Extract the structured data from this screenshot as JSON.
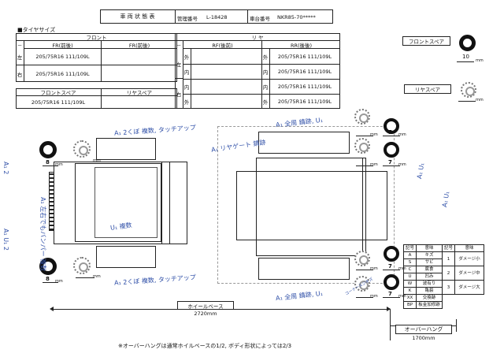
{
  "header": {
    "title": "車 両 状 態 表",
    "mgmt_label": "管理番号",
    "mgmt_value": "L-18428",
    "chassis_label": "車台番号",
    "chassis_value": "NKR85-70*****"
  },
  "tire_section": {
    "title": "■タイヤサイズ",
    "front_label": "フロント",
    "rear_label": "リ ヤ",
    "fr_front": "FR(前後)",
    "fr_rear": "FR(前後)",
    "rf_rear": "RF(後前)",
    "rr_rear": "RR(後後)",
    "dash": "－",
    "left": "左",
    "right": "右",
    "outer": "外",
    "inner": "内",
    "size": "205/75R16 111/109L",
    "spare_front_label": "フロントスペア",
    "spare_rear_label": "リヤスペア"
  },
  "right_panel": {
    "front_spare": "フロントスペア",
    "front_spare_depth": "10",
    "rear_spare": "リヤスペア",
    "unit": "mm"
  },
  "tread": {
    "front_left": "8",
    "front_right": "8",
    "rear_left_outer": "7",
    "rear_left_inner": "7",
    "rear_right_inner": "7",
    "rear_right_outer": "7",
    "unit": "mm"
  },
  "handwriting": {
    "n1": "A₁ 2くぼ 複数, タッチアップ",
    "n2": "A₁ 左右でもバンパー 複数",
    "n3": "U₁ 複数",
    "n4": "A₁ 2くぼ 複数, タッチアップ",
    "n5": "A₁ 2",
    "n6": "A₁ U₁ 2",
    "n7": "A₁ 全周 錆跡, U₁",
    "n8": "A₁ リヤゲート 錆跡",
    "n9": "A₁ 全周 錆跡, U₁",
    "n10": "A₁ U₁",
    "n11": "A₁ U₁",
    "n12": "コーナースジキズ"
  },
  "dimensions": {
    "wheelbase_label": "ホイールベース",
    "wheelbase_value": "2720mm",
    "overhang_label": "オーバーハング",
    "overhang_value": "1700mm"
  },
  "footnote": "※オーバーハングは通常ホイルベースの1/2, ボディ形状によっては2/3",
  "legend": {
    "headers": [
      "記号",
      "意味",
      "記号",
      "意味"
    ],
    "rows": [
      [
        "A",
        "キズ",
        "1",
        "ダメージ小"
      ],
      [
        "S",
        "サビ",
        "",
        ""
      ],
      [
        "C",
        "腐食",
        "2",
        "ダメージ中"
      ],
      [
        "U",
        "凹み",
        "",
        ""
      ],
      [
        "W",
        "波有り",
        "3",
        "ダメージ大"
      ],
      [
        "K",
        "亀裂",
        "",
        ""
      ],
      [
        "XX",
        "交換跡",
        "",
        ""
      ],
      [
        "BP",
        "板金加修跡",
        "",
        ""
      ]
    ]
  }
}
